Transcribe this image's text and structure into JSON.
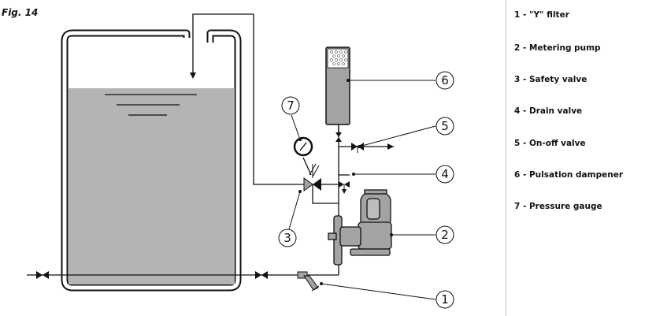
{
  "figure": {
    "label": "Fig. 14"
  },
  "callouts": [
    "1",
    "2",
    "3",
    "4",
    "5",
    "6",
    "7"
  ],
  "legend": [
    "1 - \"Y\" filter",
    "2 - Metering pump",
    "3 - Safety valve",
    "4 - Drain valve",
    "5 -  On-off valve",
    "6 - Pulsation dampener",
    "7 - Pressure gauge"
  ],
  "colors": {
    "liquid": "#b4b4b4",
    "component": "#a3a3a3",
    "line": "#111111"
  }
}
